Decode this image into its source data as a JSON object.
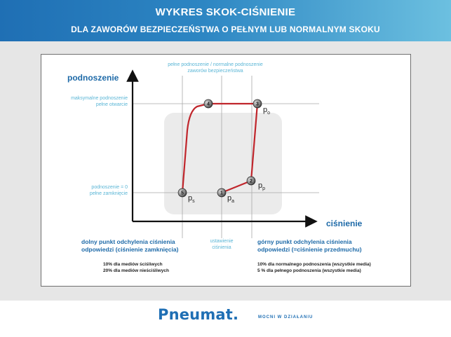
{
  "header": {
    "title": "WYKRES SKOK-CIŚNIENIE",
    "subtitle": "DLA ZAWORÓW BEZPIECZEŃSTWA O PEŁNYM LUB NORMALNYM SKOKU"
  },
  "diagram": {
    "y_axis_title": "podnoszenie",
    "x_axis_title": "ciśnienie",
    "top_label": "pełne podnoszenie / normalne podnoszenie\nzaworów bezpieczeństwa",
    "max_lift_label": "maksymalne podnoszenie\npełne otwarcie",
    "zero_lift_label": "podnoszenie = 0\npełne zamknięcie",
    "setpoint_label": "ustawienie\nciśnienia",
    "points": [
      {
        "num": "1",
        "label": "p",
        "sub": "a"
      },
      {
        "num": "2",
        "label": "p",
        "sub": "p"
      },
      {
        "num": "3",
        "label": "p",
        "sub": "o"
      },
      {
        "num": "4",
        "label": "",
        "sub": ""
      },
      {
        "num": "5",
        "label": "p",
        "sub": "s"
      }
    ],
    "left_heading": "dolny punkt odchylenia ciśnienia\nodpowiedzi (ciśnienie zamknięcia)",
    "left_notes": "10% dla mediów ściśliwych\n20% dla mediów nieściśliwych",
    "right_heading": "górny punkt odchylenia ciśnienia\nodpowiedzi (=ciśnienie przedmuchu)",
    "right_notes": "10% dla normalnego podnoszenia (wszystkie media)\n5 % dla pełnego podnoszenia (wszystkie media)"
  },
  "footer": {
    "logo": "Pneumat.",
    "tagline": "MOCNI W DZIAŁANIU"
  },
  "colors": {
    "brand_blue": "#1f6fb4",
    "label_cyan": "#5bb6d6",
    "curve_red": "#c0262c"
  }
}
